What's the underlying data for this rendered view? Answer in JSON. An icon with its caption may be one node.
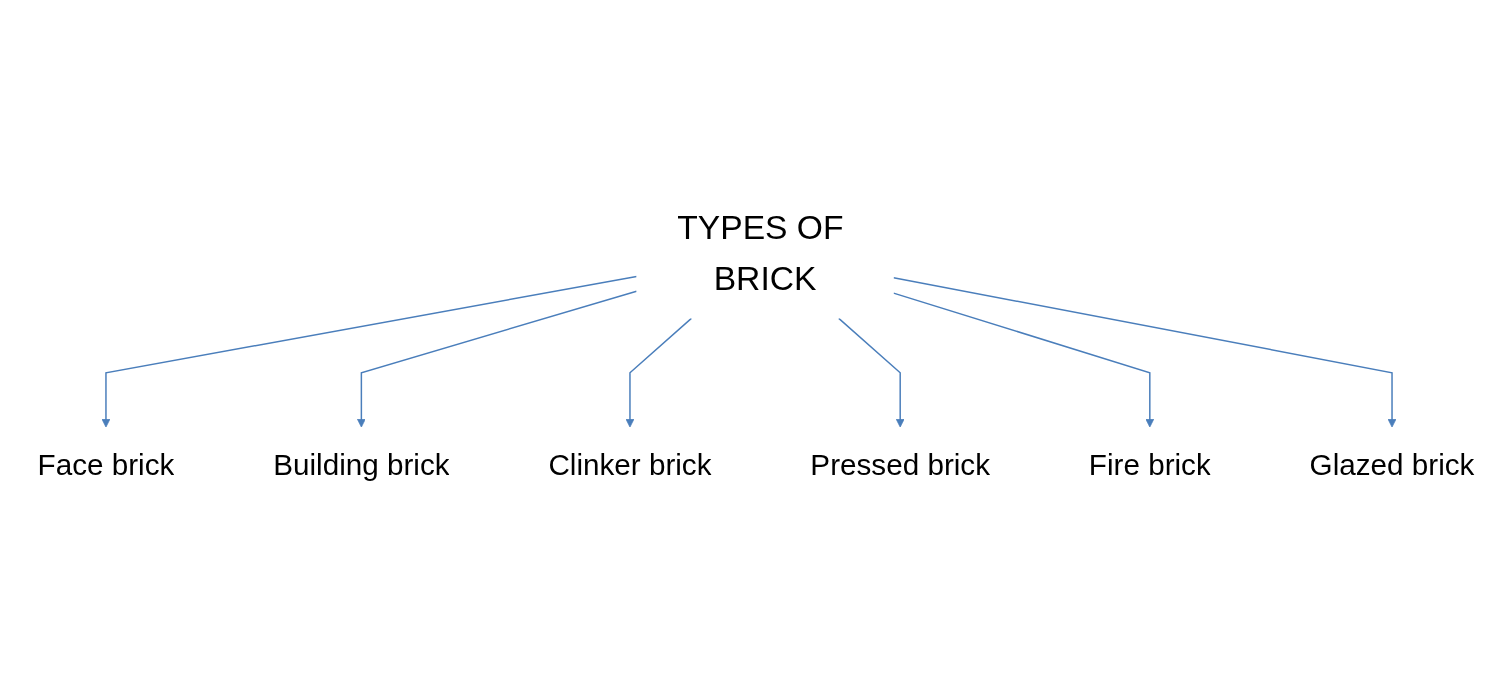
{
  "diagram": {
    "nodes": [
      {
        "text": [
          "Face brick"
        ]
      },
      {
        "text": [
          "Building brick"
        ]
      },
      {
        "text": [
          "Clinker brick"
        ]
      },
      {
        "text": [
          "TYPES OF BRICK"
        ]
      },
      {
        "text": [
          "Pressed brick"
        ]
      },
      {
        "text": [
          "Fire brick"
        ]
      },
      {
        "text": [
          "Glazed brick"
        ]
      }
    ],
    "edges": [
      {
        "from": 3,
        "to": 0,
        "arrow": "to"
      },
      {
        "from": 3,
        "to": 1,
        "arrow": "to"
      },
      {
        "from": 3,
        "to": 2,
        "arrow": "to"
      },
      {
        "from": 3,
        "to": 4,
        "arrow": "to"
      },
      {
        "from": 3,
        "to": 5,
        "arrow": "to"
      },
      {
        "from": 3,
        "to": 6,
        "arrow": "to"
      }
    ]
  }
}
